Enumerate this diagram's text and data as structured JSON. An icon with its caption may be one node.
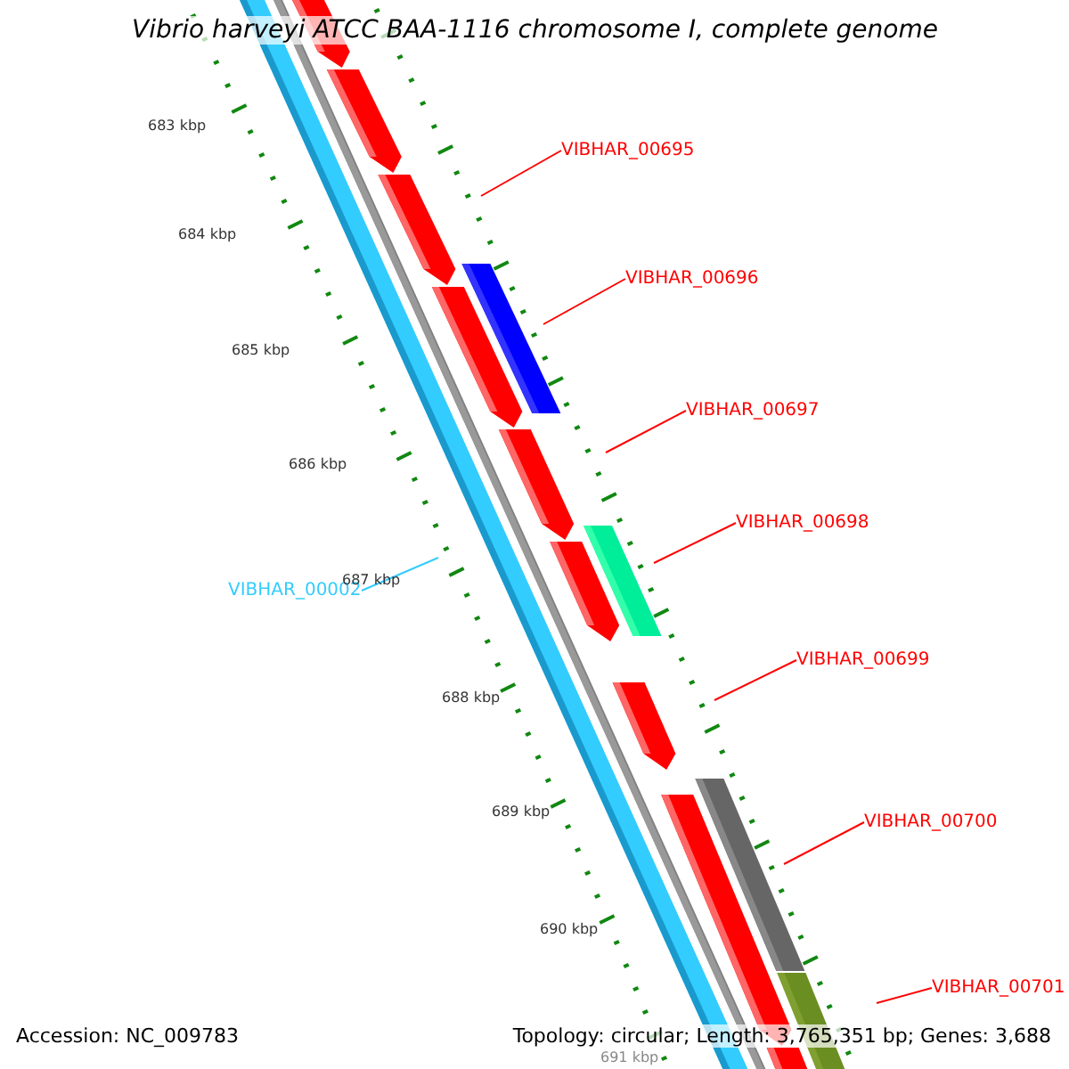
{
  "diagram": {
    "title": "Vibrio harveyi ATCC BAA-1116 chromosome I, complete genome",
    "nodes": [
      {
        "text": [
          "VIBHAR_00695"
        ]
      },
      {
        "text": [
          "VIBHAR_00696"
        ]
      },
      {
        "text": [
          "VIBHAR_00697"
        ]
      },
      {
        "text": [
          "VIBHAR_00698"
        ]
      },
      {
        "text": [
          "VIBHAR_00002"
        ]
      },
      {
        "text": [
          "VIBHAR_00699"
        ]
      },
      {
        "text": [
          "VIBHAR_00700"
        ]
      },
      {
        "text": [
          "VIBHAR_00701"
        ]
      }
    ],
    "edges": [
      {
        "from": 0,
        "to": null,
        "arrow": "none"
      },
      {
        "from": 1,
        "to": null,
        "arrow": "none"
      },
      {
        "from": 2,
        "to": null,
        "arrow": "none"
      },
      {
        "from": 3,
        "to": null,
        "arrow": "none"
      },
      {
        "from": 4,
        "to": null,
        "arrow": "none",
        "color": "#33ccff"
      },
      {
        "from": 5,
        "to": null,
        "arrow": "none"
      },
      {
        "from": 6,
        "to": null,
        "arrow": "none"
      },
      {
        "from": 7,
        "to": null,
        "arrow": "none"
      }
    ],
    "labels": [
      "683 kbp",
      "684 kbp",
      "685 kbp",
      "686 kbp",
      "687 kbp",
      "688 kbp",
      "689 kbp",
      "690 kbp",
      "691 kbp",
      "Accession: NC_009783",
      "Topology: circular; Length: 3,765,351 bp; Genes: 3,688"
    ]
  }
}
